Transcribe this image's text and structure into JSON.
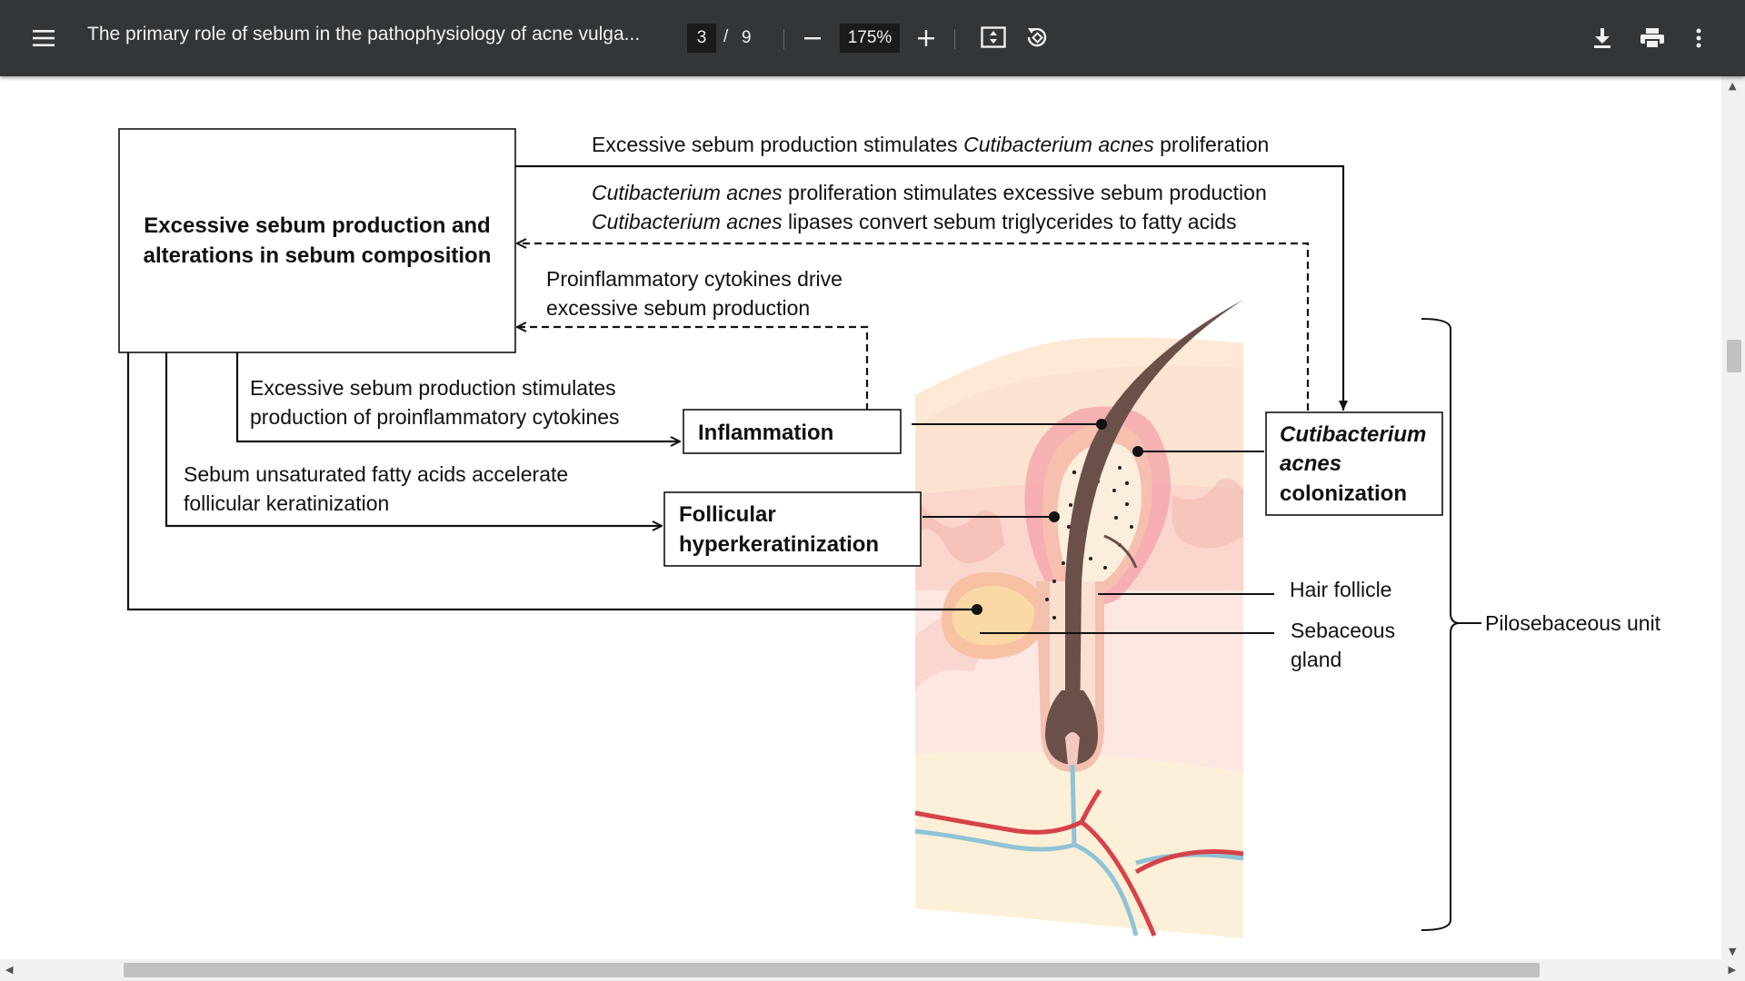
{
  "toolbar": {
    "menu_icon": "hamburger-menu-icon",
    "title": "The primary role of sebum in the pathophysiology of acne vulga...",
    "current_page": "3",
    "page_separator": "/",
    "total_pages": "9",
    "zoom": "175%",
    "icons": {
      "zoom_out": "minus-icon",
      "zoom_in": "plus-icon",
      "fit": "fit-page-icon",
      "rotate": "rotate-icon",
      "download": "download-icon",
      "print": "print-icon",
      "more": "more-vertical-icon"
    }
  },
  "figure": {
    "main_box_line1": "Excessive sebum production and",
    "main_box_line2": "alterations in sebum composition",
    "top_label_pre": "Excessive sebum production stimulates ",
    "top_label_italic": "Cutibacterium acnes",
    "top_label_post": " proliferation",
    "prolif_italic": "Cutibacterium acnes",
    "prolif_post": " proliferation stimulates excessive sebum production",
    "lipase_italic": "Cutibacterium acnes",
    "lipase_post": " lipases convert sebum triglycerides to fatty acids",
    "cytokine_line1": "Proinflammatory cytokines drive",
    "cytokine_line2": "excessive sebum production",
    "stim_line1": "Excessive sebum production stimulates",
    "stim_line2": "production of proinflammatory cytokines",
    "fatty_line1": "Sebum unsaturated fatty acids accelerate",
    "fatty_line2": "follicular keratinization",
    "inflammation": "Inflammation",
    "follicular_line1": "Follicular",
    "follicular_line2": "hyperkeratinization",
    "colon_line1": "Cutibacterium",
    "colon_line2": "acnes",
    "colon_line3": "colonization",
    "hair_follicle": "Hair follicle",
    "sebaceous_line1": "Sebaceous",
    "sebaceous_line2": "gland",
    "pilosebaceous": "Pilosebaceous unit"
  },
  "colors": {
    "toolbar_bg": "#323639",
    "skin_top": "#fbe3cf",
    "skin_mid": "#f9d3c9",
    "skin_low": "#fde8e2",
    "fat": "#fdf0d8",
    "gland": "#fbdcb0",
    "hair": "#6a5048",
    "artery": "#d7424a",
    "vein": "#8fc3d6"
  }
}
